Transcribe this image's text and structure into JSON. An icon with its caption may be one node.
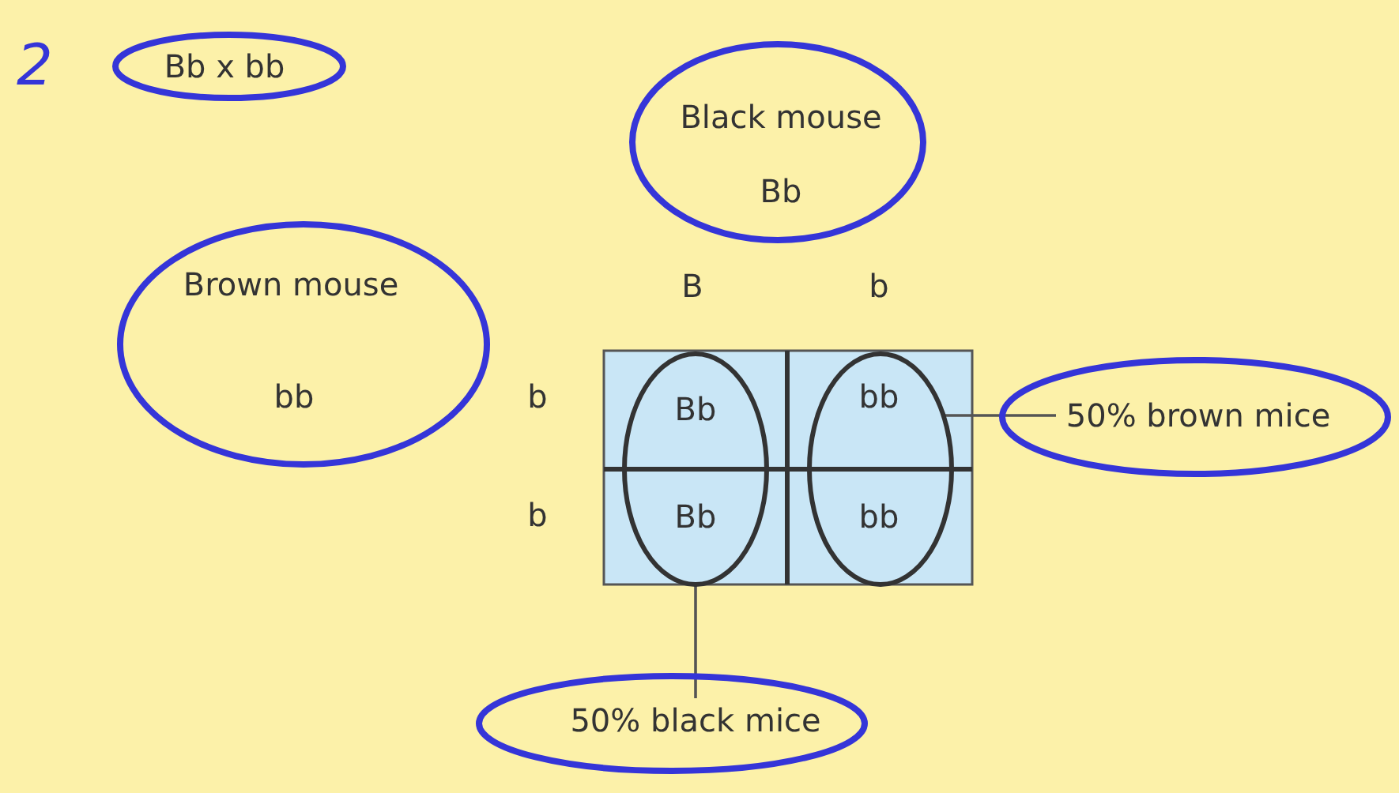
{
  "diagram": {
    "nodes": [
      {
        "text": [],
        "shape": "ellipse"
      },
      {
        "text": [],
        "shape": "ellipse"
      },
      {
        "text": [
          "50% brown mice"
        ]
      },
      {
        "text": [
          "50% black mice"
        ]
      }
    ],
    "edges": [
      {
        "from": 2,
        "to": 1,
        "arrow": "none"
      },
      {
        "from": 3,
        "to": 0,
        "arrow": "none"
      }
    ],
    "labels": [
      "2",
      "Bb x bb",
      "Black mouse",
      "Bb",
      "Brown mouse",
      "B",
      "b",
      "bb",
      "b",
      "Bb",
      "bb",
      "b",
      "Bb",
      "bb"
    ]
  }
}
